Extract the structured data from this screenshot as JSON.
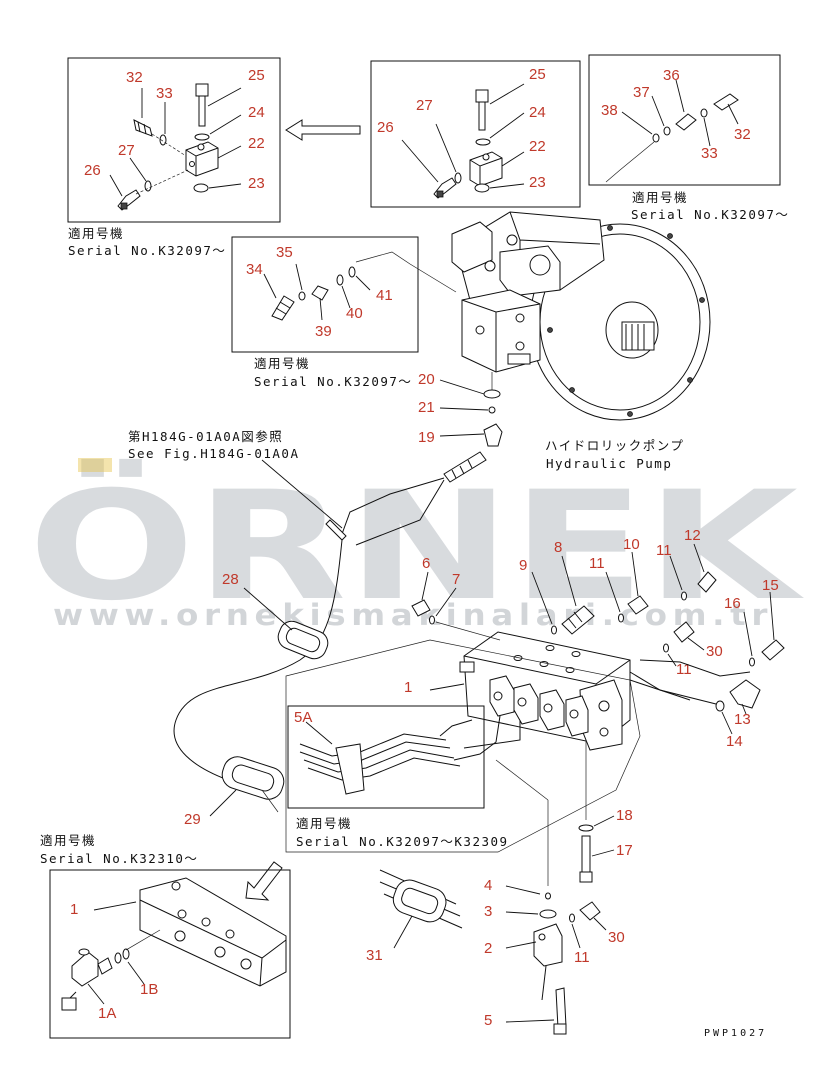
{
  "watermark": {
    "brand": "ÖRNEK",
    "url": "www.ornekismakinalari.com.tr"
  },
  "drawing_code": "PWP1027",
  "notes": {
    "box_tl": {
      "jp": "適用号機",
      "serial": "Serial No.K32097～"
    },
    "box_tr": {
      "jp": "適用号機",
      "serial": "Serial No.K32097～"
    },
    "box_ml": {
      "jp": "適用号機",
      "serial": "Serial No.K32097～"
    },
    "box_5a": {
      "jp": "適用号機",
      "serial": "Serial No.K32097～K32309"
    },
    "box_bl": {
      "jp": "適用号機",
      "serial": "Serial No.K32310～"
    },
    "see_fig": {
      "jp": "第H184G-01A0A図参照",
      "en": "See Fig.H184G-01A0A"
    },
    "pump": {
      "jp": "ハイドロリックポンプ",
      "en": "Hydraulic Pump"
    }
  },
  "labels": {
    "tl_32": "32",
    "tl_33": "33",
    "tl_25": "25",
    "tl_24": "24",
    "tl_22": "22",
    "tl_27": "27",
    "tl_26": "26",
    "tl_23": "23",
    "tc_25": "25",
    "tc_24": "24",
    "tc_27": "27",
    "tc_26": "26",
    "tc_22": "22",
    "tc_23": "23",
    "tr_36": "36",
    "tr_37": "37",
    "tr_38": "38",
    "tr_32": "32",
    "tr_33": "33",
    "ml_35": "35",
    "ml_34": "34",
    "ml_41": "41",
    "ml_40": "40",
    "ml_39": "39",
    "p20": "20",
    "p21": "21",
    "p19": "19",
    "p28": "28",
    "p6": "6",
    "p7": "7",
    "p8": "8",
    "p9": "9",
    "p10": "10",
    "p11a": "11",
    "p11b": "11",
    "p12": "12",
    "p15": "15",
    "p16": "16",
    "p30a": "30",
    "p11c": "11",
    "p1": "1",
    "p13": "13",
    "p14": "14",
    "p5a": "5A",
    "p29": "29",
    "p18": "18",
    "p17": "17",
    "p4": "4",
    "p3": "3",
    "p2": "2",
    "p30b": "30",
    "p11d": "11",
    "p31": "31",
    "p5": "5",
    "bl_1": "1",
    "bl_1a": "1A",
    "bl_1b": "1B"
  }
}
